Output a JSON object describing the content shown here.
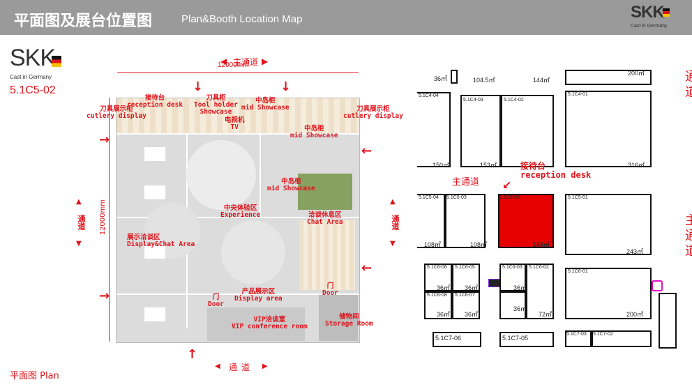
{
  "header": {
    "title": "平面图及展台位置图",
    "subtitle": "Plan&Booth Location Map",
    "brand": "SKK",
    "brand_tagline": "Cast in Germany"
  },
  "left_logo": {
    "brand": "SKK",
    "tagline": "Cast in Germany",
    "booth_code": "5.1C5-02"
  },
  "plan": {
    "main_aisle_top": "主通道",
    "dim_horizontal": "12000mm",
    "dim_vertical": "12000mm",
    "aisle_left": "通道",
    "aisle_right": "通道",
    "aisle_bottom": "通道",
    "labels": {
      "reception": "接待台",
      "reception_en": "reception desk",
      "tool_holder": "刀具柜",
      "tool_holder_en1": "Tool holder",
      "tool_holder_en2": "Showcase",
      "mid_showcase_top": "中岛柜",
      "mid_showcase_top_en": "mid Showcase",
      "cutlery_left": "刀具展示柜",
      "cutlery_left_en": "cutlery display",
      "cutlery_right": "刀具展示柜",
      "cutlery_right_en": "cutlery display",
      "tv": "电视机",
      "tv_en": "TV",
      "mid_showcase_right": "中岛柜",
      "mid_showcase_right_en": "mid Showcase",
      "mid_showcase_center": "中岛柜",
      "mid_showcase_center_en": "mid Showcase",
      "experience": "中央体验区",
      "experience_en": "Experience",
      "chat_area": "洽谈休息区",
      "chat_area_en": "Chat Area",
      "display_chat": "展示洽谈区",
      "display_chat_en": "Display&Chat Area",
      "display_area": "产品展示区",
      "display_area_en": "Display area",
      "door_left": "门",
      "door_left_en": "Door",
      "door_right": "门",
      "door_right_en": "Door",
      "vip": "VIP洽谈室",
      "vip_en": "VIP conference room",
      "storage": "储物间",
      "storage_en": "Storage Room"
    }
  },
  "footer": {
    "caption": "平面图 Plan"
  },
  "map": {
    "main_aisle": "主通道",
    "reception_cn": "接待台",
    "reception_en": "reception desk",
    "right_edge_top": "通道",
    "right_edge_bottom": "主通道",
    "booths": {
      "r1_a_size": "36㎡",
      "r1_b_size": "104.5㎡",
      "r1_c_size": "144㎡",
      "r1_d_size": "200㎡",
      "b_5_1c4_04": "5.1C4-04",
      "b_5_1c4_03": "5.1C4-03",
      "b_5_1c4_02": "5.1C4-02",
      "b_5_1c4_01": "5.1C4-01",
      "s_150": "150㎡",
      "s_153": "153㎡",
      "s_316": "316㎡",
      "b_5_1c5_04": "5.1C5-04",
      "b_5_1c5_03": "5.1C5-03",
      "b_5_1c5_02": "5.1C5-02",
      "b_5_1c5_01": "5.1C5-01",
      "s_108a": "108㎡",
      "s_108b": "108㎡",
      "s_144": "144㎡",
      "s_243": "243㎡",
      "b_5_1c6_06": "5.1C6-06",
      "b_5_1c6_05": "5.1C6-05",
      "b_5_1c6_08": "5.1C6-08",
      "b_5_1c6_07": "5.1C6-07",
      "b_5_1c6_03": "5.1C6-03",
      "b_5_1c6_02": "5.1C6-02",
      "b_5_1c6_01": "5.1C6-01",
      "s_36a": "36㎡",
      "s_36b": "36㎡",
      "s_36c": "36㎡",
      "s_36d": "36㎡",
      "s_36e": "36㎡",
      "s_36f": "36㎡",
      "s_72": "72㎡",
      "s_200": "200㎡",
      "b_5_1c7_06": "5.1C7-06",
      "b_5_1c7_05": "5.1C7-05",
      "b_5_1c7_03": "5.1C7-03",
      "b_5_1c7_02": "5.1C7-02"
    }
  },
  "colors": {
    "accent": "#e0121a",
    "header_bg": "#9a9a9a",
    "highlight_booth": "#e60000"
  }
}
